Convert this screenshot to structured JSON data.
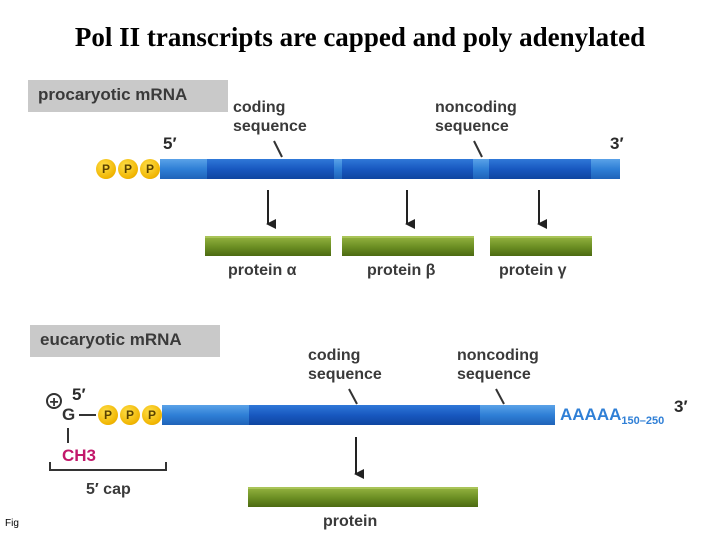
{
  "title": "Pol II transcripts are capped and poly adenylated",
  "procaryotic": {
    "header": "procaryotic mRNA",
    "coding_label_line1": "coding",
    "coding_label_line2": "sequence",
    "noncoding_label_line1": "noncoding",
    "noncoding_label_line2": "sequence",
    "five_prime": "5′",
    "three_prime": "3′",
    "phosphates": [
      "P",
      "P",
      "P"
    ],
    "proteins": [
      "protein α",
      "protein β",
      "protein γ"
    ]
  },
  "eucaryotic": {
    "header": "eucaryotic mRNA",
    "coding_label_line1": "coding",
    "coding_label_line2": "sequence",
    "noncoding_label_line1": "noncoding",
    "noncoding_label_line2": "sequence",
    "five_prime": "5′",
    "three_prime": "3′",
    "plus_sign": "+",
    "g_label": "G",
    "ch3_label": "CH3",
    "phosphates": [
      "P",
      "P",
      "P"
    ],
    "polya": "AAAAA",
    "polya_range": "150–250",
    "cap_label": "5′ cap",
    "protein": "protein"
  },
  "footer_note": "Fig"
}
